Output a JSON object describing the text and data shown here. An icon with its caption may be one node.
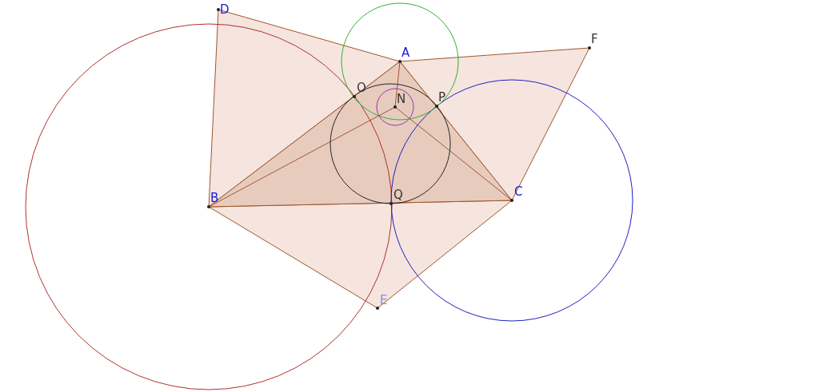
{
  "diagram": {
    "labels": [
      "D",
      "A",
      "F",
      "O",
      "N",
      "P",
      "B",
      "Q",
      "C",
      "E"
    ]
  }
}
